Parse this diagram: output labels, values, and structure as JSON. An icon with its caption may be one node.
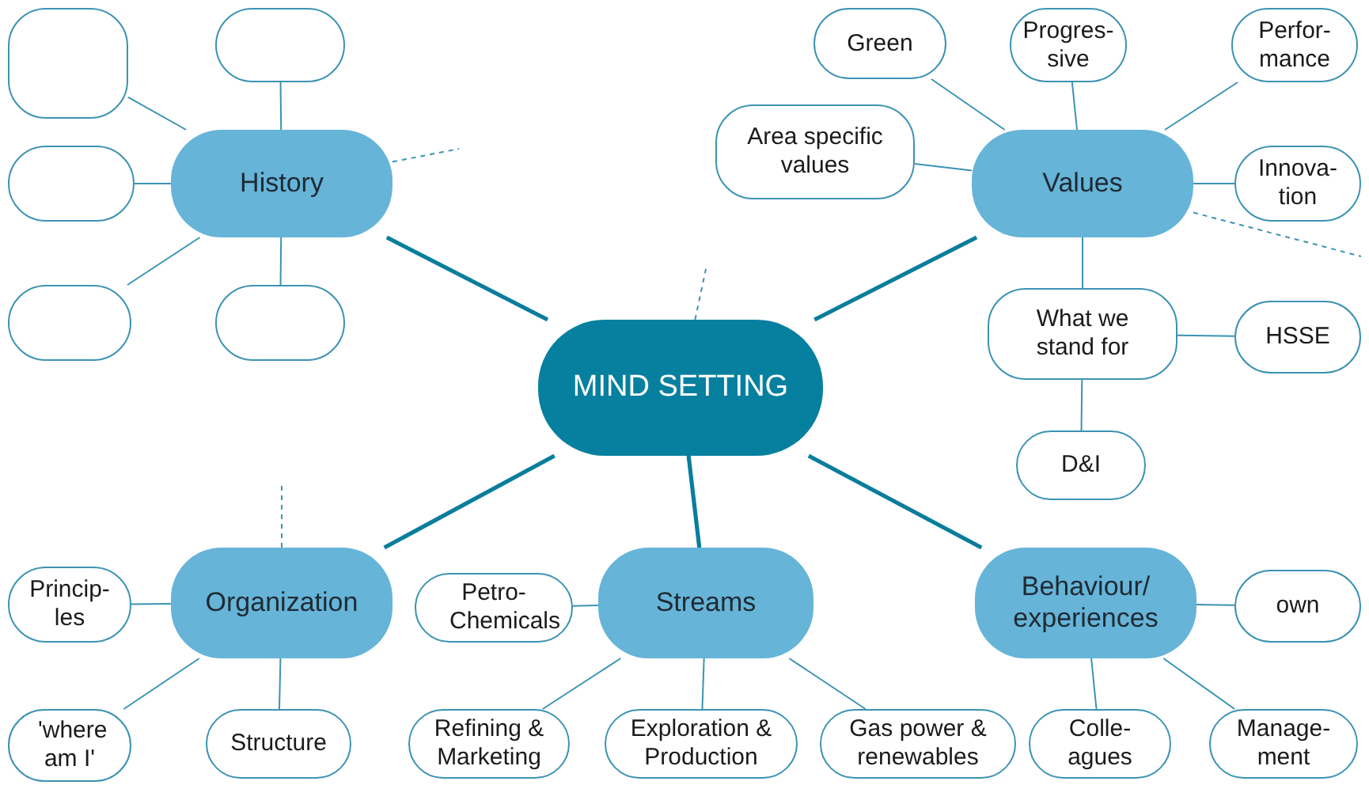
{
  "diagram": {
    "nodes": [
      {
        "text": [
          "MIND SETTING"
        ]
      },
      {
        "text": [
          "History"
        ]
      },
      {
        "text": [],
        "shape": "box"
      },
      {
        "text": [],
        "shape": "box"
      },
      {
        "text": [],
        "shape": "box"
      },
      {
        "text": [],
        "shape": "box"
      },
      {
        "text": [],
        "shape": "box"
      },
      {
        "text": [
          "Values"
        ]
      },
      {
        "text": [
          "Green"
        ]
      },
      {
        "text": [
          "Progres-sive"
        ]
      },
      {
        "text": [
          "Perfor-mance"
        ]
      },
      {
        "text": [
          "Innova-tion"
        ]
      },
      {
        "text": [
          "Area specific values"
        ]
      },
      {
        "text": [
          "What we stand for"
        ]
      },
      {
        "text": [
          "HSSE"
        ]
      },
      {
        "text": [
          "D&I"
        ]
      },
      {
        "text": [
          "Organization"
        ]
      },
      {
        "text": [
          "Princip-les"
        ]
      },
      {
        "text": [
          "'where am I'"
        ]
      },
      {
        "text": [
          "Structure"
        ]
      },
      {
        "text": [
          "Streams"
        ]
      },
      {
        "text": [
          "Petro-Chemicals"
        ]
      },
      {
        "text": [
          "Refining & Marketing"
        ]
      },
      {
        "text": [
          "Exploration & Production"
        ]
      },
      {
        "text": [
          "Gas power & renewables"
        ]
      },
      {
        "text": [
          "Behaviour/ experiences"
        ]
      },
      {
        "text": [
          "own"
        ]
      },
      {
        "text": [
          "Colle-agues"
        ]
      },
      {
        "text": [
          "Manage-ment"
        ]
      }
    ],
    "edges": [
      {
        "from": 0,
        "to": 1,
        "arrow": "none",
        "style": "thick"
      },
      {
        "from": 0,
        "to": 7,
        "arrow": "none",
        "style": "thick"
      },
      {
        "from": 0,
        "to": 16,
        "arrow": "none",
        "style": "thick"
      },
      {
        "from": 0,
        "to": 20,
        "arrow": "none",
        "style": "thick"
      },
      {
        "from": 0,
        "to": 25,
        "arrow": "none",
        "style": "thick"
      },
      {
        "from": 1,
        "to": 2,
        "arrow": "none"
      },
      {
        "from": 1,
        "to": 3,
        "arrow": "none"
      },
      {
        "from": 1,
        "to": 4,
        "arrow": "none"
      },
      {
        "from": 1,
        "to": 5,
        "arrow": "none"
      },
      {
        "from": 1,
        "to": 6,
        "arrow": "none"
      },
      {
        "from": 7,
        "to": 8,
        "arrow": "none"
      },
      {
        "from": 7,
        "to": 9,
        "arrow": "none"
      },
      {
        "from": 7,
        "to": 10,
        "arrow": "none"
      },
      {
        "from": 7,
        "to": 11,
        "arrow": "none"
      },
      {
        "from": 7,
        "to": 12,
        "arrow": "none"
      },
      {
        "from": 7,
        "to": 13,
        "arrow": "none"
      },
      {
        "from": 13,
        "to": 14,
        "arrow": "none"
      },
      {
        "from": 13,
        "to": 15,
        "arrow": "none"
      },
      {
        "from": 16,
        "to": 17,
        "arrow": "none"
      },
      {
        "from": 16,
        "to": 18,
        "arrow": "none"
      },
      {
        "from": 16,
        "to": 19,
        "arrow": "none"
      },
      {
        "from": 20,
        "to": 21,
        "arrow": "none"
      },
      {
        "from": 20,
        "to": 22,
        "arrow": "none"
      },
      {
        "from": 20,
        "to": 23,
        "arrow": "none"
      },
      {
        "from": 20,
        "to": 24,
        "arrow": "none"
      },
      {
        "from": 25,
        "to": 26,
        "arrow": "none"
      },
      {
        "from": 25,
        "to": 27,
        "arrow": "none"
      },
      {
        "from": 25,
        "to": 28,
        "arrow": "none"
      },
      {
        "from": 1,
        "to": null,
        "arrow": "none",
        "style": "dashed"
      },
      {
        "from": 0,
        "to": null,
        "arrow": "none",
        "style": "dashed"
      },
      {
        "from": 7,
        "to": null,
        "arrow": "none",
        "style": "dashed"
      },
      {
        "from": 16,
        "to": null,
        "arrow": "none",
        "style": "dashed"
      }
    ]
  }
}
